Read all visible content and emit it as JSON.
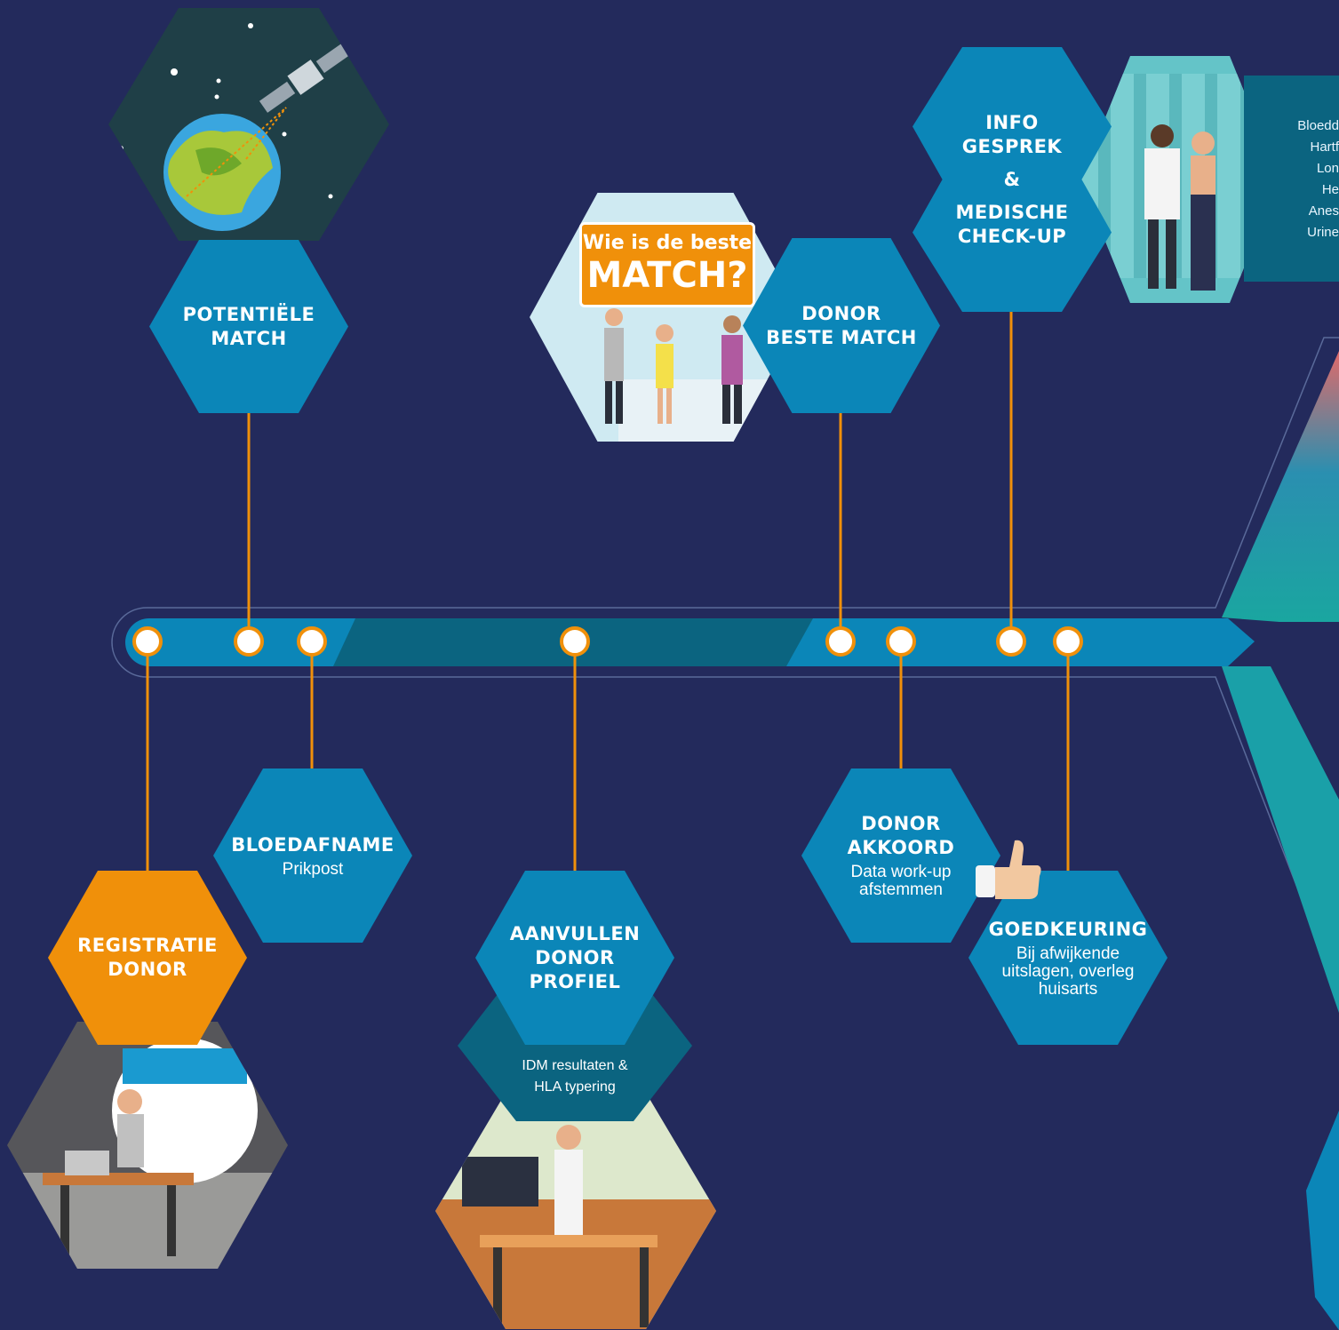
{
  "steps": {
    "potential_match": {
      "title": "POTENTIËLE\nMATCH"
    },
    "donor_best_match": {
      "title": "DONOR\nBESTE MATCH"
    },
    "info_gesprek": {
      "title_1": "INFO\nGESPREK",
      "amp": "&",
      "title_2": "MEDISCHE\nCHECK-UP"
    },
    "bloedafname": {
      "title": "BLOEDAFNAME",
      "sub": "Prikpost"
    },
    "registratie": {
      "title": "REGISTRATIE\nDONOR"
    },
    "aanvullen": {
      "title": "AANVULLEN\nDONOR\nPROFIEL",
      "sub": "IDM resultaten &\nHLA typering"
    },
    "donor_akkoord": {
      "title": "DONOR\nAKKOORD",
      "sub": "Data work-up\nafstemmen"
    },
    "goedkeuring": {
      "title": "GOEDKEURING",
      "sub": "Bij afwijkende\nuitslagen, overleg\nhuisarts"
    }
  },
  "side_list": "Bloedd\nHartf\nLon\nHe\nAnes\nUrine",
  "match_sign": {
    "line1": "Wie is de beste",
    "line2": "MATCH?"
  },
  "colors": {
    "background": "#232a5c",
    "hex_blue": "#0b86b8",
    "accent_orange": "#f0900a",
    "timeline_teal": "#0b6480"
  }
}
